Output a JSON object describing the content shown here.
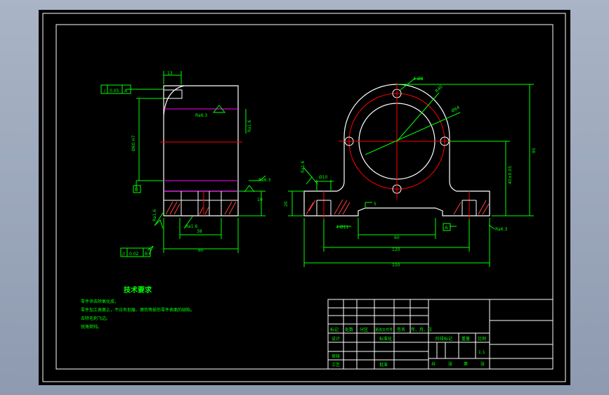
{
  "colors": {
    "background": "#000000",
    "frame": "#ffffff",
    "outline": "#ffffff",
    "dimension": "#00ff00",
    "centerline": "#ff0000",
    "magenta": "#ff00ff",
    "hatch": "#ff3030",
    "title_text": "#00ff00"
  },
  "side_view": {
    "dim_top": "13",
    "dim_38": "38",
    "dim_60": "60",
    "dim_height": "Ø60 H7",
    "flatness_frame": [
      "/",
      "0.05",
      "A"
    ],
    "parallel_frame": [
      "//",
      "0.02",
      "B"
    ],
    "datum_b": "B",
    "rough_1": "Ra6.3",
    "rough_2": "Ra1.6",
    "rough_3": "Ra6.3",
    "rough_4": "Ra1.6",
    "rough_5": "Ra1.6",
    "dim_10": "10"
  },
  "front_view": {
    "hole_note": "4-Ø8",
    "dim_r40": "R40",
    "dim_phi": "Ø64",
    "dim_overall_h": "95",
    "dim_center_h": "40±0.05",
    "dim_20": "20",
    "dim_phi10": "Ø10",
    "dim_5": "5",
    "dim_2_phi11": "4-Ø11",
    "dim_60": "60",
    "dim_120": "120",
    "dim_150": "150",
    "rough_left": "Ra1.6",
    "datum_a": "A",
    "remaining_rough": "Ra6.3"
  },
  "tech_req": {
    "title": "技术要求",
    "lines": [
      "零件须去除氧化皮。",
      "零件加工表面上，不应有划痕、擦伤等损伤零件表面的缺陷。",
      "去除毛刺飞边。",
      "锐角倒钝。"
    ]
  },
  "title_block": {
    "hdr_mark": "标记",
    "hdr_count": "处数",
    "hdr_zone": "分区",
    "hdr_docno": "更改文件号",
    "hdr_sign": "签名",
    "hdr_date": "年、月、日",
    "design": "设计",
    "standard": "标准化",
    "review": "审核",
    "process": "工艺",
    "approve": "批准",
    "stage_mark": "阶段标记",
    "weight": "重量",
    "scale_label": "比例",
    "scale_value": "1:1",
    "sheets_total": "共",
    "sheets_unit": "张",
    "sheet_no": "第",
    "sheet_unit2": "张"
  }
}
